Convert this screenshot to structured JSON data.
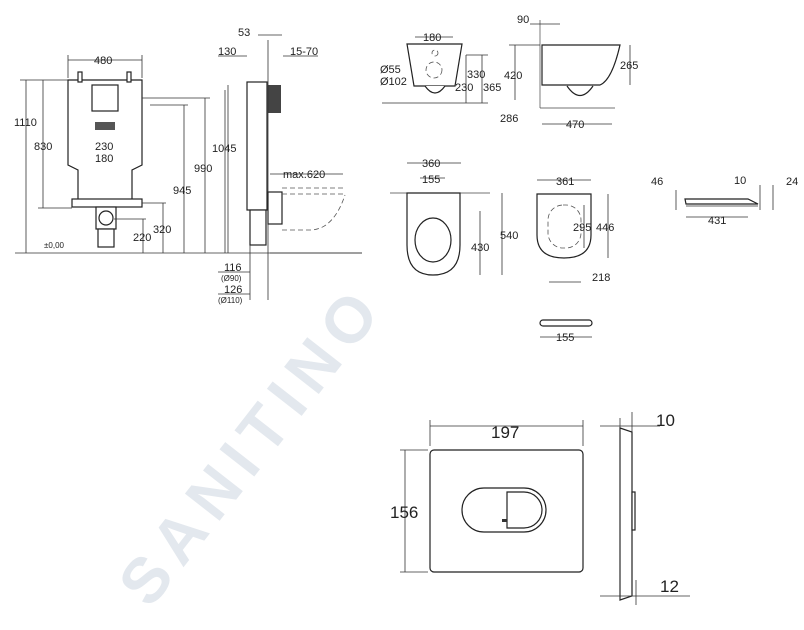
{
  "watermark": "SANITINO",
  "frame_front": {
    "width": "480",
    "height_total": "1110",
    "h830": "830",
    "w230": "230",
    "w180": "180",
    "h990": "990",
    "h945": "945",
    "h320": "320",
    "h220": "220",
    "floor": "±0,00"
  },
  "frame_side": {
    "d53": "53",
    "d130": "130",
    "d15_70": "15-70",
    "h1045": "1045",
    "max620": "max.620",
    "d116": "116",
    "d116_dia": "(Ø90)",
    "d126": "126",
    "d126_dia": "(Ø110)"
  },
  "bowl_back": {
    "w180": "180",
    "dia55": "Ø55",
    "dia102": "Ø102",
    "h330": "330",
    "h230": "230",
    "h365": "365"
  },
  "bowl_side": {
    "d90": "90",
    "h420": "420",
    "h286": "286",
    "h265": "265",
    "l470": "470"
  },
  "bowl_top": {
    "w360": "360",
    "w155": "155",
    "l540": "540",
    "l430": "430"
  },
  "seat_top": {
    "w361": "361",
    "l295": "295",
    "l446": "446",
    "l218": "218"
  },
  "seat_side": {
    "h46": "46",
    "h10": "10",
    "h24": "24",
    "l431": "431"
  },
  "seat_hinge": {
    "w155": "155"
  },
  "flush_plate": {
    "width": "197",
    "height": "156",
    "depth": "10",
    "depth2": "12"
  }
}
